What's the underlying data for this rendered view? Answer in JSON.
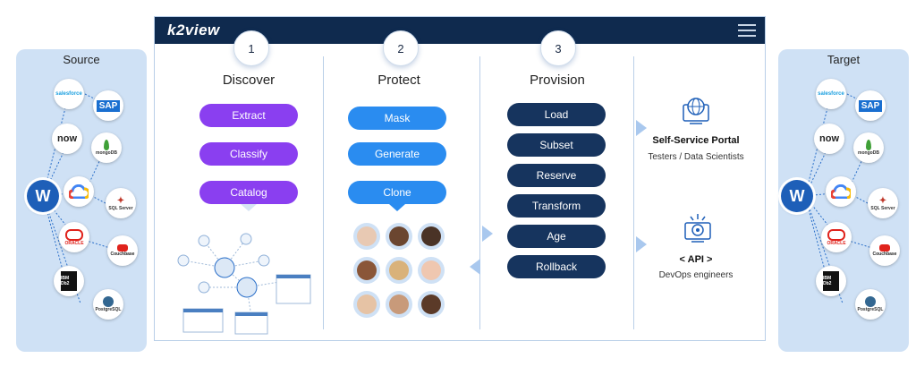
{
  "source": {
    "title": "Source",
    "hub_label": "W",
    "nodes": [
      {
        "name": "salesforce",
        "label": "salesforce",
        "color": "#1ca0e0"
      },
      {
        "name": "sap",
        "label": "SAP",
        "color": "#1a6fd0"
      },
      {
        "name": "now",
        "label": "now",
        "color": "#222222"
      },
      {
        "name": "mongodb",
        "label": "mongoDB",
        "color": "#3fa037"
      },
      {
        "name": "google-cloud",
        "label": "",
        "color": "#4285f4"
      },
      {
        "name": "sql-server",
        "label": "SQL Server",
        "color": "#c0392b"
      },
      {
        "name": "oracle",
        "label": "ORACLE",
        "color": "#e0231c"
      },
      {
        "name": "couchbase",
        "label": "Couchbase",
        "color": "#e0231c"
      },
      {
        "name": "ibm-db2",
        "label": "IBM Db2",
        "color": "#111111"
      },
      {
        "name": "postgresql",
        "label": "PostgreSQL",
        "color": "#336791"
      }
    ]
  },
  "target": {
    "title": "Target",
    "hub_label": "W",
    "nodes": [
      {
        "name": "salesforce",
        "label": "salesforce",
        "color": "#1ca0e0"
      },
      {
        "name": "sap",
        "label": "SAP",
        "color": "#1a6fd0"
      },
      {
        "name": "now",
        "label": "now",
        "color": "#222222"
      },
      {
        "name": "mongodb",
        "label": "mongoDB",
        "color": "#3fa037"
      },
      {
        "name": "google-cloud",
        "label": "",
        "color": "#4285f4"
      },
      {
        "name": "sql-server",
        "label": "SQL Server",
        "color": "#c0392b"
      },
      {
        "name": "oracle",
        "label": "ORACLE",
        "color": "#e0231c"
      },
      {
        "name": "couchbase",
        "label": "Couchbase",
        "color": "#e0231c"
      },
      {
        "name": "ibm-db2",
        "label": "IBM Db2",
        "color": "#111111"
      },
      {
        "name": "postgresql",
        "label": "PostgreSQL",
        "color": "#336791"
      }
    ]
  },
  "header": {
    "logo": "k2view",
    "menu_icon": "hamburger-icon"
  },
  "steps": [
    {
      "number": "1",
      "title": "Discover",
      "buttons": [
        "Extract",
        "Classify",
        "Catalog"
      ],
      "color": "#8a3ff0"
    },
    {
      "number": "2",
      "title": "Protect",
      "buttons": [
        "Mask",
        "Generate",
        "Clone"
      ],
      "color": "#2a8cf0"
    },
    {
      "number": "3",
      "title": "Provision",
      "buttons": [
        "Load",
        "Subset",
        "Reserve",
        "Transform",
        "Age",
        "Rollback"
      ],
      "color": "#16345e"
    }
  ],
  "outputs": [
    {
      "icon": "portal-globe-icon",
      "title": "Self-Service Portal",
      "subtitle": "Testers / Data Scientists"
    },
    {
      "icon": "api-gear-icon",
      "title": "< API >",
      "subtitle": "DevOps engineers"
    }
  ],
  "colors": {
    "panel_bg": "#cfe1f5",
    "header_bg": "#0f2a4e",
    "arrow": "#a9c8ee"
  }
}
